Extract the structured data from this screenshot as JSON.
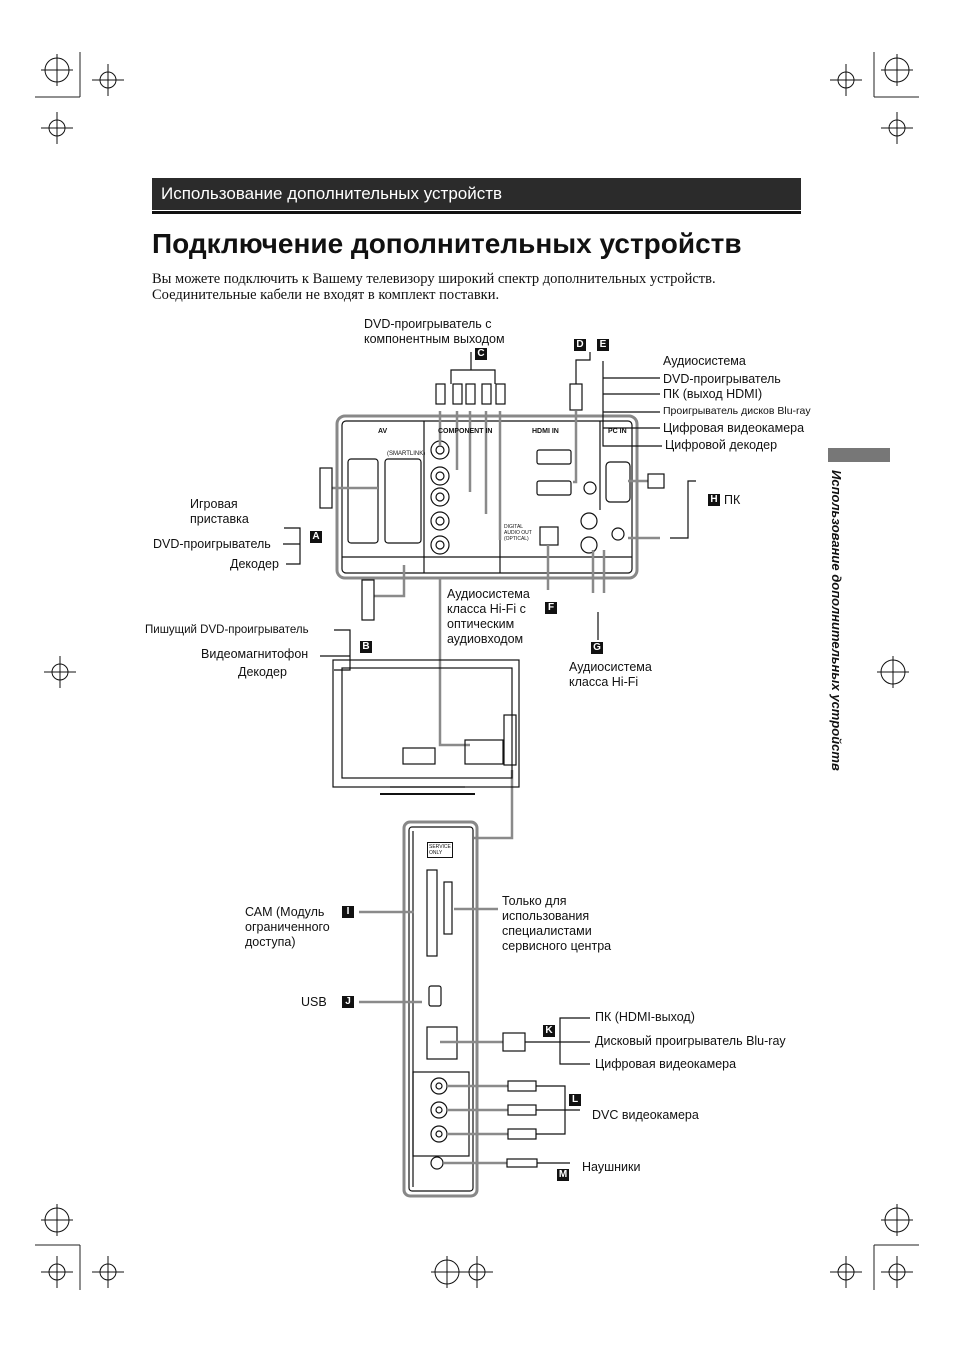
{
  "section_banner": "Использование дополнительных устройств",
  "page_title": "Подключение дополнительных устройств",
  "intro": "Вы можете подключить к Вашему телевизору широкий спектр дополнительных устройств. Соединительные кабели не входят в комплект поставки.",
  "side_title": "Использование дополнительных устройств",
  "labels": {
    "dvd_component": "DVD-проигрыватель с\nкомпонентным выходом",
    "game": "Игровая\nприставка",
    "dvd_player_a": "DVD-проигрыватель",
    "decoder_a": "Декодер",
    "dvd_recorder": "Пишущий DVD-проигрыватель",
    "vcr": "Видеомагнитофон",
    "decoder_b": "Декодер",
    "audio_system": "Аудиосистема",
    "dvd_player_de": "DVD-проигрыватель",
    "pc_hdmi": "ПК (выход HDMI)",
    "bluray_player": "Проигрыватель дисков Blu-ray",
    "camcorder_de": "Цифровая видеокамера",
    "digital_decoder": "Цифровой декодер",
    "pc": "ПК",
    "hifi_optical": "Аудиосистема\nкласса Hi-Fi с\nоптическим\nаудиовходом",
    "hifi": "Аудиосистема\nкласса Hi-Fi",
    "cam": "САМ (Модуль\nограниченного\nдоступа)",
    "service_only": "Только для\nиспользования\nспециалистами\nсервисного центра",
    "usb": "USB",
    "pc_hdmi_out": "ПК (HDMI-выход)",
    "bluray_disc": "Дисковый проигрыватель Blu-ray",
    "camcorder_k": "Цифровая видеокамера",
    "dvc": "DVC видеокамера",
    "headphones": "Наушники"
  },
  "tags": [
    "A",
    "B",
    "C",
    "D",
    "E",
    "F",
    "G",
    "H",
    "I",
    "J",
    "K",
    "L",
    "M"
  ],
  "panel_text": {
    "av": "AV",
    "component_in": "COMPONENT IN",
    "hdmi_in": "HDMI IN",
    "pc_in": "PC IN",
    "smartlink": "(SMARTLINK)",
    "digital_audio_out": "DIGITAL\nAUDIO OUT\n(OPTICAL)",
    "service_only_panel": "SERVICE\nONLY"
  }
}
